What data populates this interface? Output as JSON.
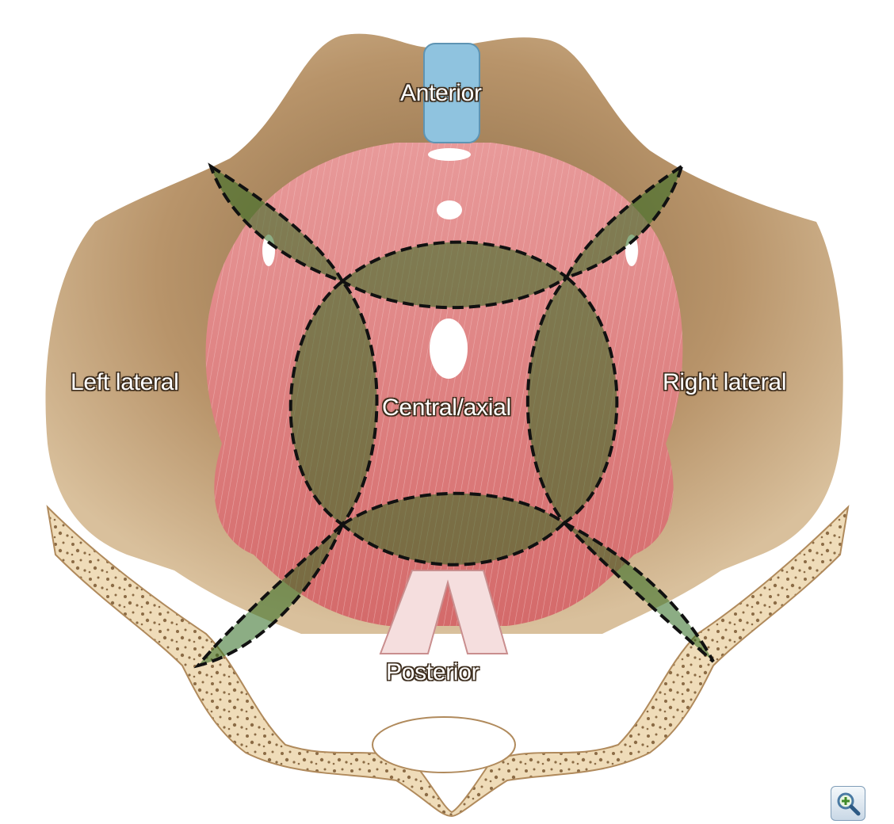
{
  "labels": {
    "anterior": "Anterior",
    "left_lateral": "Left lateral",
    "right_lateral": "Right lateral",
    "central": "Central/axial",
    "posterior": "Posterior"
  },
  "icons": {
    "zoom": "zoom-in-icon"
  },
  "colors": {
    "bone": "#c7a77c",
    "bone_light": "#efdcb9",
    "muscle": "#dc7b7b",
    "urethra": "#8fc3df",
    "region_overlay": "#2e6a1f",
    "region_outline": "#1a1a1a"
  }
}
